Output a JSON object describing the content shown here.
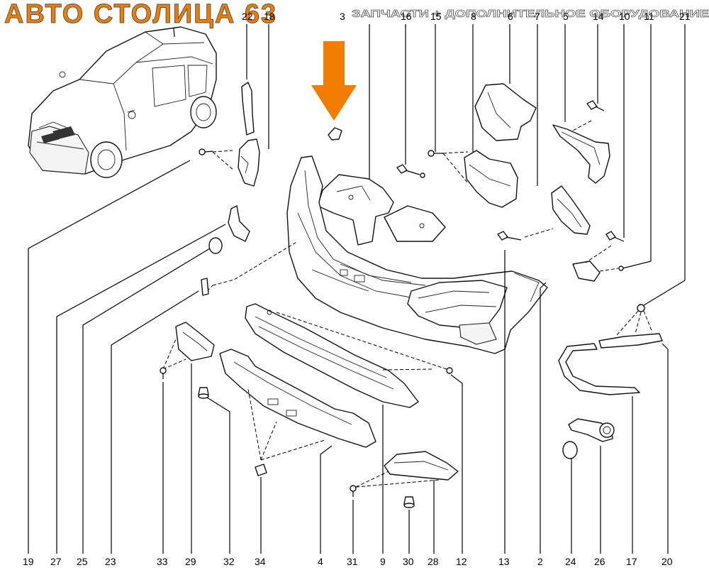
{
  "header": {
    "logo_text": "АВТО СТОЛИЦА 63",
    "title": "ЗАПЧАСТИ + ДОПОЛНИТЕЛЬНОЕ ОБОРУДОВАНИЕ",
    "brand_color": "#f07c00",
    "logo_dark_color": "#555555"
  },
  "arrow_color": "#f07c00",
  "top_callouts": [
    "22",
    "18",
    "3",
    "16",
    "15",
    "8",
    "6",
    "7",
    "5",
    "14",
    "10",
    "11",
    "21"
  ],
  "bottom_callouts": [
    "19",
    "27",
    "25",
    "23",
    "33",
    "29",
    "32",
    "34",
    "4",
    "31",
    "9",
    "30",
    "28",
    "12",
    "13",
    "2",
    "24",
    "26",
    "17",
    "20"
  ]
}
